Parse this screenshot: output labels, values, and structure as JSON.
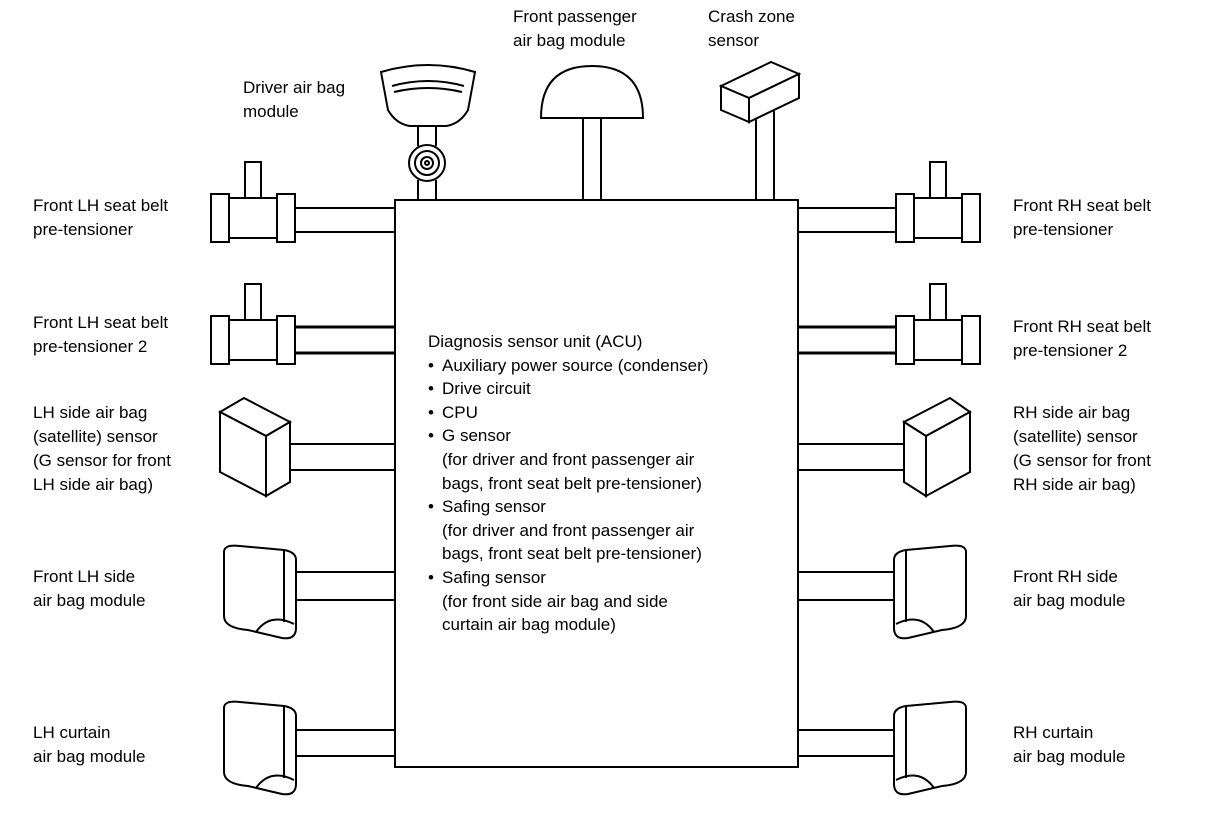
{
  "labels": {
    "driver_airbag": [
      "Driver air bag",
      "module"
    ],
    "front_passenger_airbag": [
      "Front passenger",
      "air bag module"
    ],
    "crash_zone_sensor": [
      "Crash zone",
      "sensor"
    ],
    "front_lh_pretensioner": [
      "Front LH seat belt",
      "pre-tensioner"
    ],
    "front_lh_pretensioner_2": [
      "Front LH seat belt",
      "pre-tensioner 2"
    ],
    "lh_side_sensor": [
      "LH side air bag",
      "(satellite) sensor",
      "(G sensor for front",
      "LH side air bag)"
    ],
    "front_lh_side_airbag": [
      "Front LH side",
      "air bag module"
    ],
    "lh_curtain_airbag": [
      "LH curtain",
      "air bag module"
    ],
    "front_rh_pretensioner": [
      "Front RH seat belt",
      "pre-tensioner"
    ],
    "front_rh_pretensioner_2": [
      "Front RH seat belt",
      "pre-tensioner 2"
    ],
    "rh_side_sensor": [
      "RH side air bag",
      "(satellite) sensor",
      "(G sensor for front",
      "RH side air bag)"
    ],
    "front_rh_side_airbag": [
      "Front RH side",
      "air bag module"
    ],
    "rh_curtain_airbag": [
      "RH curtain",
      "air bag module"
    ]
  },
  "acu": {
    "title": "Diagnosis sensor unit (ACU)",
    "items": [
      [
        "Auxiliary power source (condenser)"
      ],
      [
        "Drive circuit"
      ],
      [
        "CPU"
      ],
      [
        "G sensor",
        "(for driver and front passenger air",
        "bags, front seat belt pre-tensioner)"
      ],
      [
        "Safing sensor",
        "(for driver and front passenger air",
        "bags, front seat belt pre-tensioner)"
      ],
      [
        "Safing sensor",
        "(for front side air bag and side",
        "curtain air bag module)"
      ]
    ]
  }
}
